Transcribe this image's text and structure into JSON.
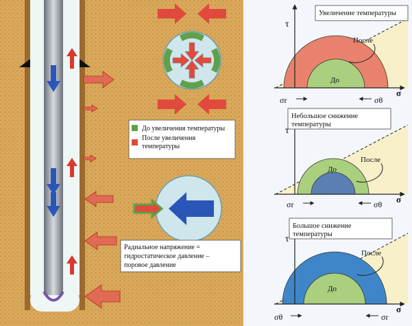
{
  "left_panel": {
    "legend": {
      "before_label": "До увеличения температуры",
      "after_label_line1": "После увеличения",
      "after_label_line2": "температуры",
      "before_color": "#5fa04a",
      "after_color": "#e04a3c"
    },
    "radial_note": {
      "line1": "Радиальное напряжение =",
      "line2": "гидростатическое давление –",
      "line3": "поровое давление"
    }
  },
  "right_panel": {
    "charts": [
      {
        "title_lines": [
          "Увеличение температуры"
        ],
        "after_label": "После",
        "before_label": "До",
        "tau_label": "τ",
        "sigma_label": "σ",
        "sigma_r_label": "σr",
        "sigma_theta_label": "σθ",
        "outer_color": "#e8826c",
        "inner_color": "#a9cf7f"
      },
      {
        "title_lines": [
          "Небольшое снижение",
          "температуры"
        ],
        "after_label": "После",
        "before_label": "До",
        "tau_label": "τ",
        "sigma_label": "σ",
        "sigma_r_label": "σr",
        "sigma_theta_label": "σθ",
        "outer_color": "#a9cf7f",
        "inner_color": "#5b7fb3"
      },
      {
        "title_lines": [
          "Большое снижение",
          "температуры"
        ],
        "after_label": "После",
        "before_label": "До",
        "tau_label": "τ",
        "sigma_label": "σ",
        "sigma_r_label": "σθ",
        "sigma_theta_label": "σr",
        "outer_color": "#3f86c9",
        "inner_color": "#a9cf7f"
      }
    ]
  }
}
